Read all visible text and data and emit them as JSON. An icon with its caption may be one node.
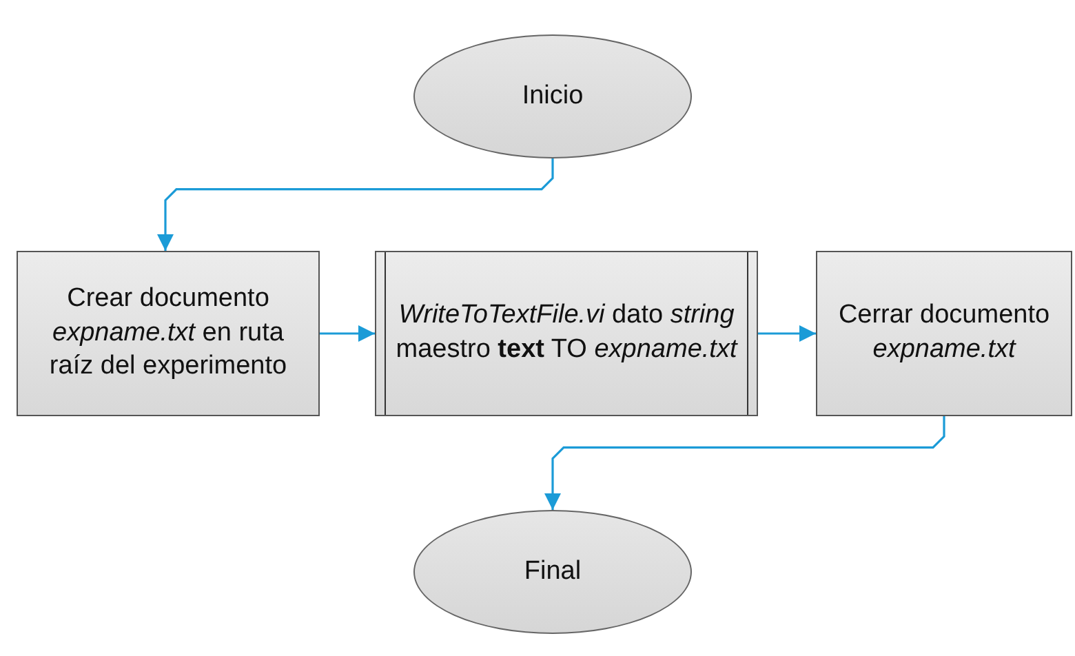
{
  "diagram": {
    "nodes": [
      {
        "text": [
          "Inicio"
        ]
      },
      {
        "text": [
          "Crear documento *expname.txt* en ruta raíz del experimento"
        ]
      },
      {
        "text": [
          "*WriteToTextFile.vi* dato *string* maestro **text** TO *expname.txt*"
        ]
      },
      {
        "text": [
          "Cerrar documento *expname.txt*"
        ]
      },
      {
        "text": [
          "Final"
        ]
      }
    ],
    "edges": [
      {
        "from": 0,
        "to": 1,
        "arrow": "to"
      },
      {
        "from": 1,
        "to": 2,
        "arrow": "to"
      },
      {
        "from": 2,
        "to": 3,
        "arrow": "to"
      },
      {
        "from": 3,
        "to": 4,
        "arrow": "to"
      }
    ]
  }
}
